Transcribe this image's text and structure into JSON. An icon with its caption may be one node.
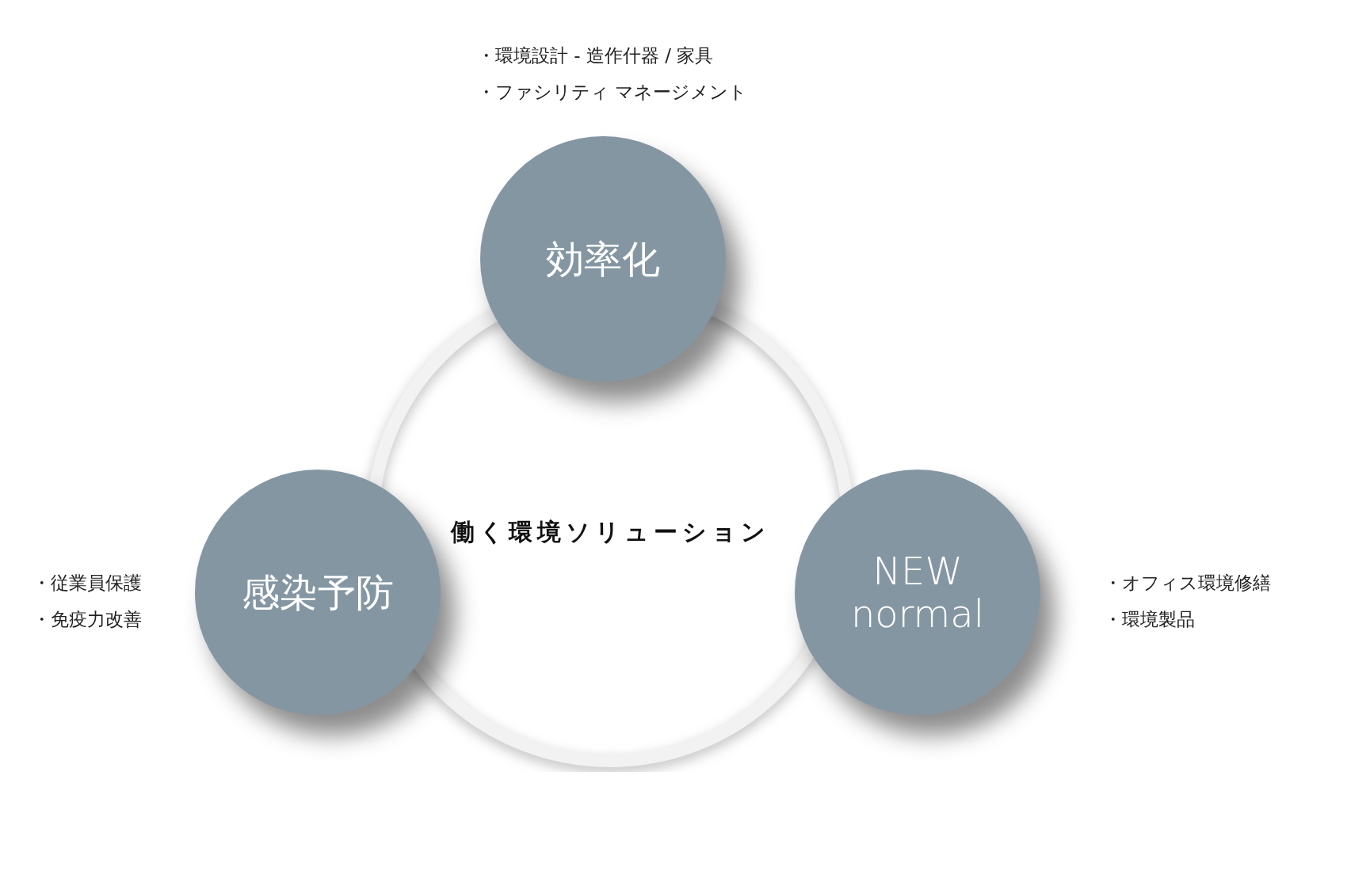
{
  "diagram": {
    "nodes": [
      {
        "text": [
          "働く環境ソリューション"
        ]
      },
      {
        "text": [
          "効率化"
        ],
        "beside": [
          "・環境設計 - 造作什器 / 家具",
          "・ファシリティ マネージメント"
        ]
      },
      {
        "text": [
          "感染予防"
        ],
        "beside": [
          "・従業員保護",
          "・免疫力改善"
        ]
      },
      {
        "text": [
          "NEW normal"
        ],
        "beside": [
          "・オフィス環境修繕",
          "・環境製品"
        ]
      }
    ],
    "edges": []
  }
}
